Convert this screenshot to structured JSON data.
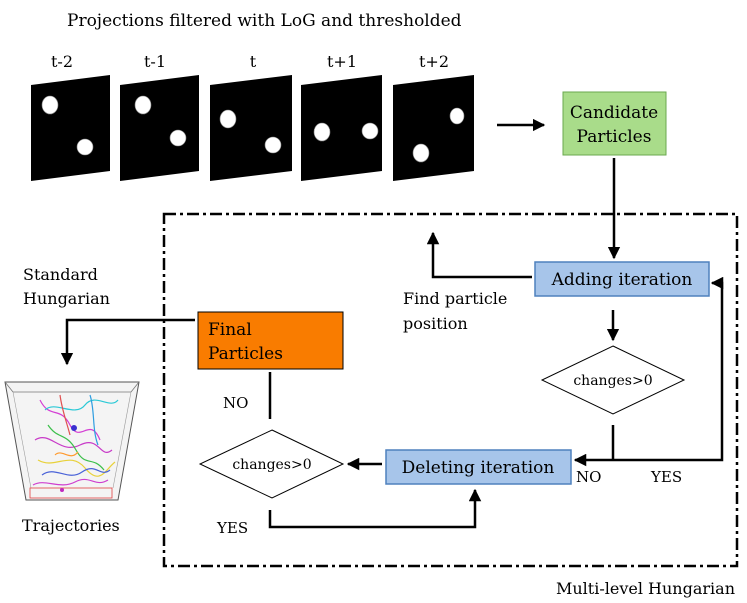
{
  "header": {
    "title": "Projections filtered with LoG and thresholded"
  },
  "frames": [
    "t-2",
    "t-1",
    "t",
    "t+1",
    "t+2"
  ],
  "boxes": {
    "candidate_line1": "Candidate",
    "candidate_line2": "Particles",
    "adding": "Adding iteration",
    "deleting": "Deleting iteration",
    "final_line1": "Final",
    "final_line2": "Particles"
  },
  "decisions": {
    "right": "changes>0",
    "left": "changes>0"
  },
  "labels": {
    "find_line1": "Find particle",
    "find_line2": "position",
    "standard_line1": "Standard",
    "standard_line2": "Hungarian",
    "trajectories": "Trajectories",
    "multilevel": "Multi-level Hungarian",
    "no_right": "NO",
    "yes_right": "YES",
    "no_left": "NO",
    "yes_left": "YES"
  },
  "colors": {
    "candidate": "#a9dc8a",
    "iteration": "#a7c5ea",
    "iteration_border": "#4f81bd",
    "final": "#f97c00",
    "frame": "#000000"
  }
}
